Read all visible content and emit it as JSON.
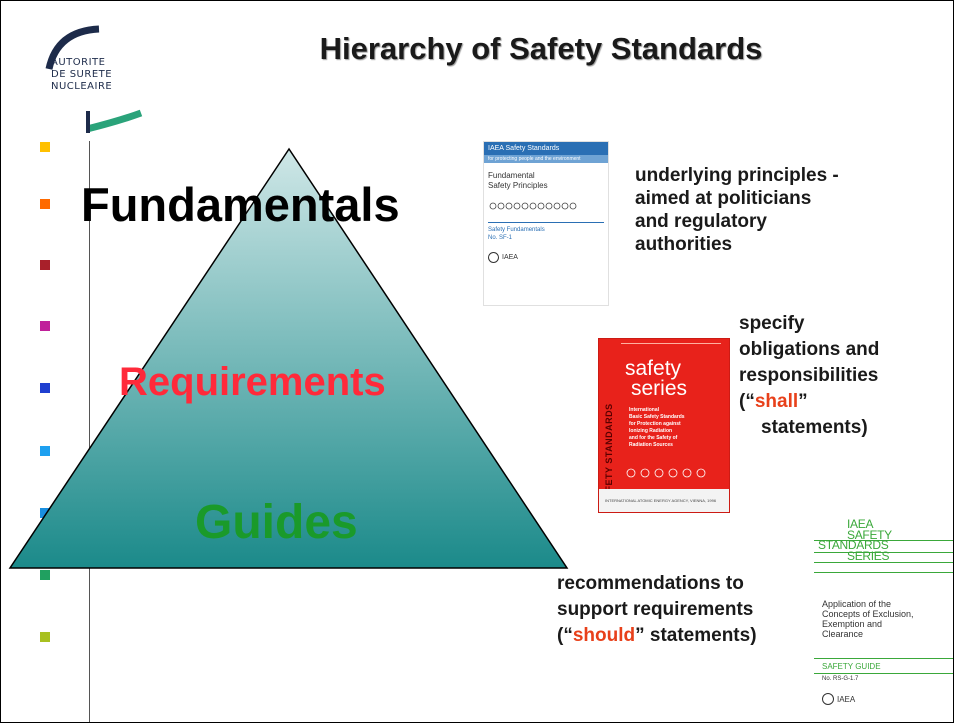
{
  "slide": {
    "title": "Hierarchy of Safety Standards",
    "logo": {
      "lines": [
        "AUTORITE",
        "DE SURETE",
        "NUCLEAIRE"
      ],
      "colors": [
        "#1d2b4a",
        "#2aa37a"
      ]
    },
    "bullets": {
      "colors": [
        "#ffc000",
        "#ff6a00",
        "#a8202a",
        "#c0209a",
        "#1f3fd0",
        "#1ea0f0",
        "#1a8fe0",
        "#20a060",
        "#a8c020"
      ]
    },
    "pyramid": {
      "fill_top": "#cfe7e7",
      "fill_bottom": "#1b8a8a",
      "levels": [
        {
          "label": "Fundamentals",
          "color": "#000000"
        },
        {
          "label": "Requirements",
          "color": "#ff2a3a"
        },
        {
          "label": "Guides",
          "color": "#1a9a2a"
        }
      ]
    },
    "descriptions": {
      "fundamentals": [
        "underlying principles -",
        "aimed at politicians",
        "and regulatory",
        "authorities"
      ],
      "requirements": {
        "lines": [
          "specify",
          "obligations and",
          "responsibilities"
        ],
        "open": "(“",
        "keyword": "shall",
        "close": "”",
        "last": "statements)"
      },
      "guides": {
        "lines": [
          "recommendations to",
          "support requirements"
        ],
        "open": "(“",
        "keyword": "should",
        "close": "” statements)"
      }
    },
    "book_fundamentals": {
      "header": "IAEA Safety Standards",
      "subheader": "for protecting people and the environment",
      "title": [
        "Fundamental",
        "Safety Principles"
      ],
      "series": [
        "Safety Fundamentals",
        "No. SF-1"
      ],
      "publisher": "IAEA",
      "brand_color": "#2a6fb4"
    },
    "book_requirements": {
      "spine": "SAFETY STANDARDS",
      "title": [
        "safety",
        "series"
      ],
      "body": [
        "International",
        "Basic Safety Standards",
        "for Protection against",
        "Ionizing Radiation",
        "and for the Safety of",
        "Radiation Sources"
      ],
      "footer": "INTERNATIONAL ATOMIC ENERGY AGENCY, VIENNA, 1996",
      "color": "#e8221b"
    },
    "book_guides": {
      "series": [
        "IAEA",
        "SAFETY",
        "STANDARDS",
        "SERIES"
      ],
      "title": [
        "Application of the",
        "Concepts of Exclusion,",
        "Exemption and",
        "Clearance"
      ],
      "type": "SAFETY GUIDE",
      "number": "No. RS-G-1.7",
      "publisher": "IAEA",
      "accent": "#3aa83a"
    }
  }
}
